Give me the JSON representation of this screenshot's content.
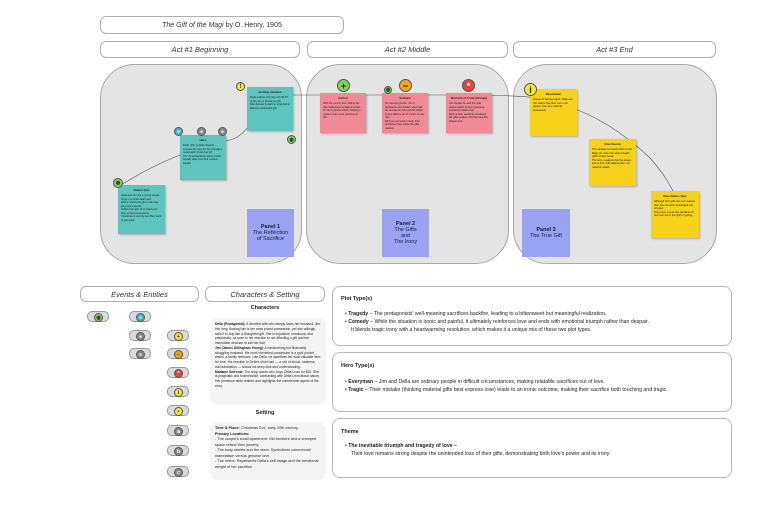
{
  "header": {
    "title_italic": "The Gift of the Magi",
    "title_rest": " by O. Henry, 1905"
  },
  "acts": [
    {
      "label": "Act #1 Beginning"
    },
    {
      "label": "Act #2 Middle"
    },
    {
      "label": "Act #3 End"
    }
  ],
  "notes": {
    "inciting": {
      "title": "Inciting Incident",
      "lines": [
        "Della realizes she has only $1.87 to buy Jim a Christmas gift.",
        "She decides to sell her long hair to afford a meaningful gift."
      ]
    },
    "hero": {
      "title": "Hero",
      "lines": [
        "Della: She is determined to express her love for Jim through a meaningful Christmas gift.",
        "Jim: A hardworking husband with equally deep love and modest wealth."
      ]
    },
    "status_quo": {
      "title": "Status Quo",
      "lines": [
        "Della and Jim are a young couple living in a small apartment.",
        "With a Christmas gift on the way, they lack finances.",
        "Della's hair and Jim's watch are their prized possessions.",
        "Christmas is coming and they want to give gifts."
      ]
    },
    "rising": {
      "title": "Action",
      "lines": [
        "With the money from selling her hair, Della buys a platinum chain for Jim's pocket watch, hoping to make it even more precious to him."
      ]
    },
    "setback": {
      "title": "Setback",
      "lines": [
        "On returning home, Jim is shocked to see Della's short hair.",
        "He reveals he has sold his watch to buy Della a set of combs for her hair.",
        "Both are stunned to learn their sacrifices have made the gifts useless."
      ]
    },
    "truth": {
      "title": "Moment of Truth (Climax)",
      "lines": [
        "Jim reveals he sold his gold pocket watch to buy expensive combs for Della's hair.",
        "Both of their sacrifices rendered the gifts useless, but they see the deeper love."
      ]
    },
    "resolution": {
      "title": "Resolution",
      "lines": [
        "Instead of feeling regret, Della and Jim realize that their love is far greater than any material possession."
      ]
    },
    "conclusion": {
      "title": "Conclusion",
      "lines": [
        "The narrator compares them to the Magi, the wise men who brought gifts to baby Jesus.",
        "The story suggests that the wisest love is love and selflessness, not material wealth."
      ]
    },
    "new_status": {
      "title": "New Status Quo",
      "lines": [
        "Although their gifts are now useless, their love remains unchanged and stronger.",
        "They have proven the sacrifices of true love are in the spirit of giving."
      ]
    }
  },
  "panels": [
    {
      "title": "Panel 1",
      "lines": [
        "The Reflection",
        "of Sacrifice"
      ]
    },
    {
      "title": "Panel 2",
      "lines": [
        "The Gifts",
        "and",
        "The Irony"
      ]
    },
    {
      "title": "Panel 3",
      "lines": [
        "The True Gift"
      ]
    }
  ],
  "icons": {
    "plus": "+",
    "minus": "−",
    "asterisk": "*",
    "info": "i",
    "exclaim": "!",
    "dot": "•",
    "a": "a",
    "b": "b",
    "c": "c"
  },
  "legend": {
    "events_title": "Events & Entities",
    "characters_setting_title": "Characters & Setting",
    "characters_heading": "Characters",
    "setting_heading": "Setting"
  },
  "characters": {
    "della_name": "Della (Protagonist):",
    "della_text": " A devoted wife who deeply loves her husband, Jim. Her long, flowing hair is her most prized possession, yet she willingly sells it to buy him a thoughtful gift. She is impulsive, emotional, and passionate, as seen in her reaction to not affording a gift and her immediate decision to sell her hair.",
    "jim_name": "Jim (James Dillingham Young):",
    "jim_text": " A hardworking but financially struggling husband. His most cherished possession is a gold pocket watch, a family heirloom. Like Della, he sacrifices his most valuable item for love. His reaction to Della's short hair — a mix of shock, sadness, and admiration — shows his deep love and understanding.",
    "sofronie_name": "Madame Sofronie:",
    "sofronie_text": " The shop owner who buys Della's hair for $20. She is pragmatic and businesslike, contrasting with Della's emotional nature. Her presence adds realism and highlights the commercial aspect of the story."
  },
  "setting": {
    "time_label": "Time & Place:",
    "time_value": " Christmas Eve, early 20th century.",
    "locations_label": "Primary Locations:",
    "locations": [
      "The couple's small apartment: Old furniture and a cramped space reflect their poverty.",
      "The busy streets and the store: Symbolizes commercial materialism versus genuine love.",
      "The mirror: Represents Della's self-image and the emotional weight of her sacrifice."
    ]
  },
  "plot_types": {
    "title": "Plot Type(s)",
    "items": [
      {
        "name": "Tragedy",
        "text": " – The protagonists' well-meaning sacrifices backfire, leading to a bittersweet but meaningful realization."
      },
      {
        "name": "Comedy",
        "text": " – While the situation is ironic and painful, it ultimately reinforces love and ends with emotional triumph rather than despair."
      }
    ],
    "closing": "It blends tragic irony with a heartwarming resolution, which makes it a unique mix of these two plot types."
  },
  "hero_types": {
    "title": "Hero Type(s)",
    "items": [
      {
        "name": "Everyman",
        "text": " – Jim and Della are ordinary people in difficult circumstances, making relatable sacrifices out of love."
      },
      {
        "name": "Tragic",
        "text": " – Their mistake (thinking material gifts best express love) leads to an ironic outcome, making their sacrifice both touching and tragic."
      }
    ]
  },
  "theme": {
    "title": "Theme",
    "headline": "The inevitable triumph and tragedy of love –",
    "body": "Their love remains strong despite the unintended loss of their gifts, demonstrating both love's power and its irony."
  },
  "colors": {
    "lane": "#e4e4e4",
    "teal": "#5fc4bd",
    "pink": "#f08a95",
    "yellow": "#f7d21a",
    "panel": "#9aa2f2",
    "icon_green": "#7cd45a",
    "icon_yellow": "#f4ea2a",
    "icon_orange": "#f2a51d",
    "icon_red": "#e8443a",
    "icon_teal": "#3fb8c9",
    "icon_gray": "#8a8a8a"
  }
}
